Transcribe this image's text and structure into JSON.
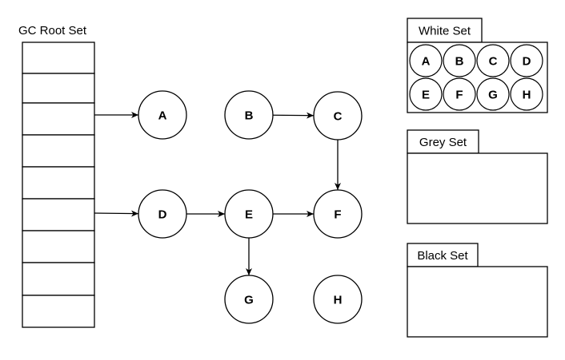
{
  "root_set": {
    "title": "GC Root Set",
    "slot_count": 9
  },
  "nodes": [
    {
      "id": "A",
      "label": "A"
    },
    {
      "id": "B",
      "label": "B"
    },
    {
      "id": "C",
      "label": "C"
    },
    {
      "id": "D",
      "label": "D"
    },
    {
      "id": "E",
      "label": "E"
    },
    {
      "id": "F",
      "label": "F"
    },
    {
      "id": "G",
      "label": "G"
    },
    {
      "id": "H",
      "label": "H"
    }
  ],
  "edges": [
    {
      "from": "root-slot-3",
      "to": "A"
    },
    {
      "from": "root-slot-6",
      "to": "D"
    },
    {
      "from": "B",
      "to": "C"
    },
    {
      "from": "C",
      "to": "F"
    },
    {
      "from": "D",
      "to": "E"
    },
    {
      "from": "E",
      "to": "F"
    },
    {
      "from": "E",
      "to": "G"
    }
  ],
  "sets": [
    {
      "id": "white",
      "title": "White Set",
      "members": [
        "A",
        "B",
        "C",
        "D",
        "E",
        "F",
        "G",
        "H"
      ]
    },
    {
      "id": "grey",
      "title": "Grey Set",
      "members": []
    },
    {
      "id": "black",
      "title": "Black Set",
      "members": []
    }
  ]
}
